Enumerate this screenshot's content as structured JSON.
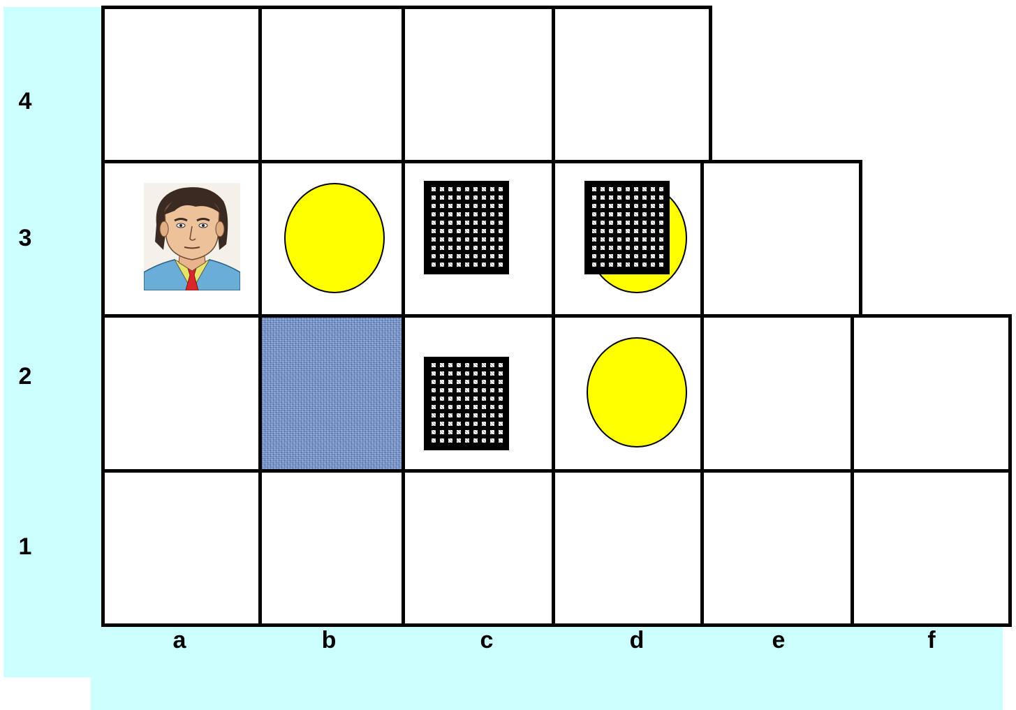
{
  "board": {
    "row_labels": [
      "4",
      "3",
      "2",
      "1"
    ],
    "column_labels": [
      "a",
      "b",
      "c",
      "d",
      "e",
      "f"
    ],
    "colors": {
      "side_panel": "#ccffff",
      "coin": "#ffff00",
      "blue_floor": "#6f8fc6",
      "grid_line": "#000000"
    }
  },
  "pieces": {
    "player": {
      "square": "a3",
      "icon": "man-portrait-icon"
    },
    "coins": [
      "b3",
      "d3",
      "d2"
    ],
    "crates": [
      "c3",
      "d3",
      "c2"
    ],
    "blue_tile": "b2"
  }
}
